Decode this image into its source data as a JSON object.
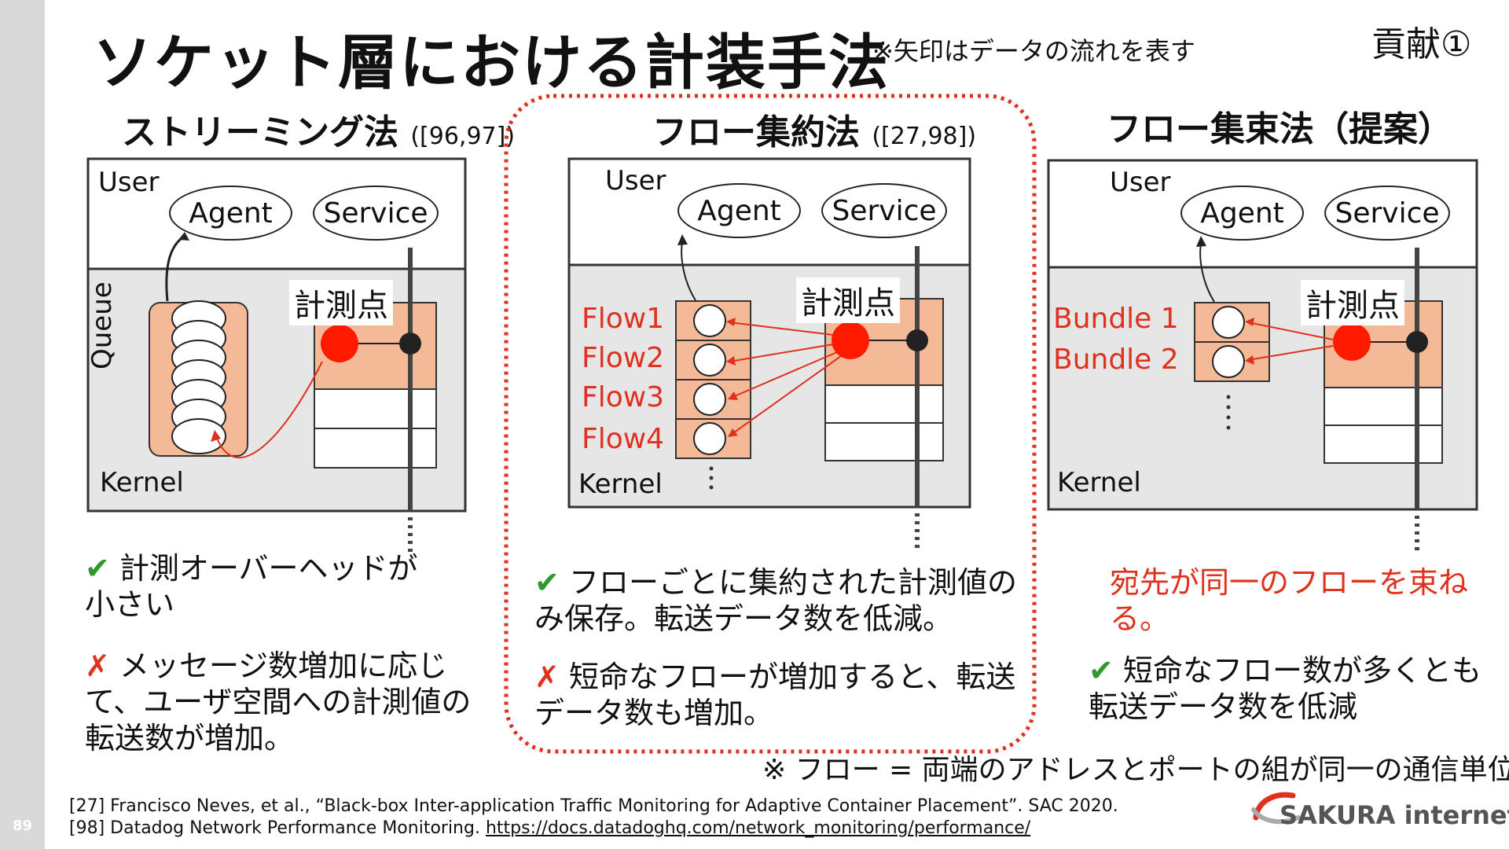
{
  "page_number": "89",
  "title": "ソケット層における計装手法",
  "arrow_note": "※矢印はデータの流れを表す",
  "contribution": "貢献①",
  "columns": [
    {
      "heading": "ストリーミング法",
      "ref": "([96,97])",
      "user_label": "User",
      "kernel_label": "Kernel",
      "queue_label": "Queue",
      "agent": "Agent",
      "service": "Service",
      "point_label": "計測点",
      "pro_mark": "✔",
      "pro": "計測オーバーヘッドが小さい",
      "con_mark": "✗",
      "con": "メッセージ数増加に応じて、ユーザ空間への計測値の転送数が増加。"
    },
    {
      "heading": "フロー集約法",
      "ref": "([27,98])",
      "user_label": "User",
      "kernel_label": "Kernel",
      "agent": "Agent",
      "service": "Service",
      "point_label": "計測点",
      "flows": [
        "Flow1",
        "Flow2",
        "Flow3",
        "Flow4"
      ],
      "pro_mark": "✔",
      "pro": "フローごとに集約された計測値のみ保存。転送データ数を低減。",
      "con_mark": "✗",
      "con": "短命なフローが増加すると、転送データ数も増加。"
    },
    {
      "heading": "フロー集束法（提案）",
      "user_label": "User",
      "kernel_label": "Kernel",
      "agent": "Agent",
      "service": "Service",
      "point_label": "計測点",
      "bundles": [
        "Bundle 1",
        "Bundle 2"
      ],
      "highlight": "宛先が同一のフローを束ねる。",
      "pro_mark": "✔",
      "pro": "短命なフロー数が多くとも転送データ数を低減"
    }
  ],
  "flow_definition": "※ フロー = 両端のアドレスとポートの組が同一の通信単位",
  "footnotes": [
    "[27] Francisco Neves, et al., “Black-box Inter-application Traffic Monitoring for Adaptive Container Placement”. SAC 2020.",
    "[98] Datadog Network Performance Monitoring. "
  ],
  "footnote_link": "https://docs.datadoghq.com/network_monitoring/performance/",
  "logo_text": "SAKURA internet",
  "colors": {
    "accent_red": "#e0301e",
    "box_orange": "#f4b996",
    "kernel_gray": "#e6e6e6",
    "check_green": "#2e9a2e"
  }
}
